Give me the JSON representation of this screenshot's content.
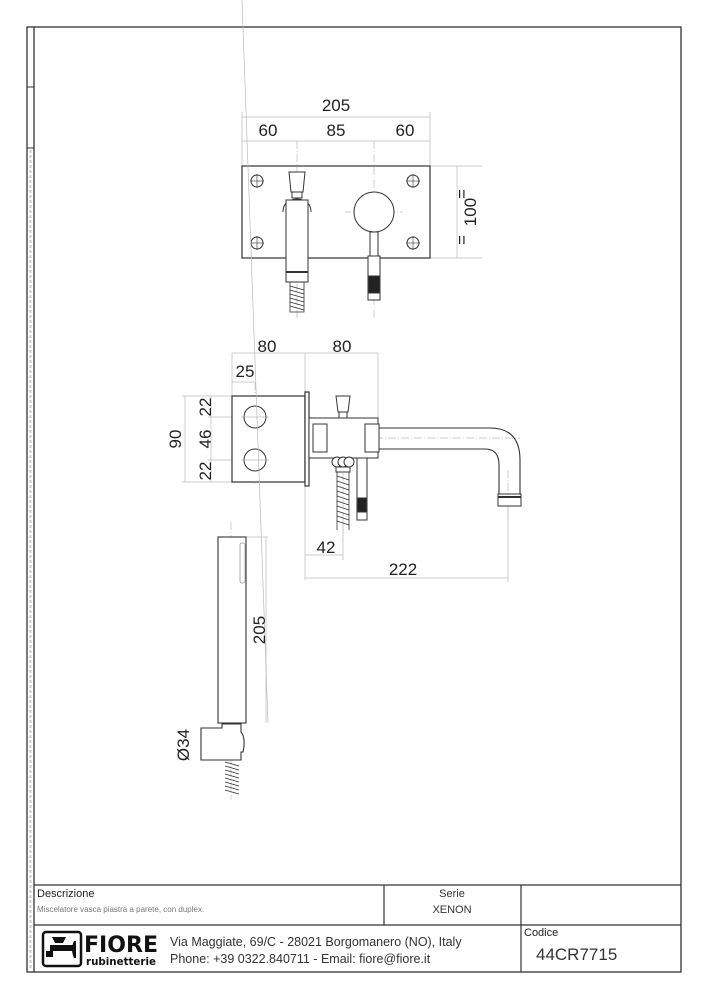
{
  "drawing": {
    "top_view": {
      "overall_width": "205",
      "segments": [
        "60",
        "85",
        "60"
      ],
      "height": "100",
      "equal_marks": [
        "=",
        "="
      ]
    },
    "side_view": {
      "plate_depth": "80",
      "body_depth": "80",
      "hole_offset": "25",
      "overall_height": "90",
      "vertical_segments": [
        "22",
        "46",
        "22"
      ],
      "hose_offset": "42",
      "spout_projection": "222"
    },
    "hand_shower": {
      "length": "205",
      "diameter": "Ø34"
    }
  },
  "title_block": {
    "description_label": "Descrizione",
    "description_text": "Miscelatore vasca piastra a parete, con duplex.",
    "serie_label": "Serie",
    "serie_value": "XENON",
    "address_line1": "Via Maggiate, 69/C - 28021 Borgomanero (NO), Italy",
    "address_line2": "Phone: +39 0322.840711 - Email: fiore@fiore.it",
    "code_label": "Codice",
    "code_value": "44CR7715",
    "logo_name": "FIORE",
    "logo_sub": "rubinetterie"
  }
}
